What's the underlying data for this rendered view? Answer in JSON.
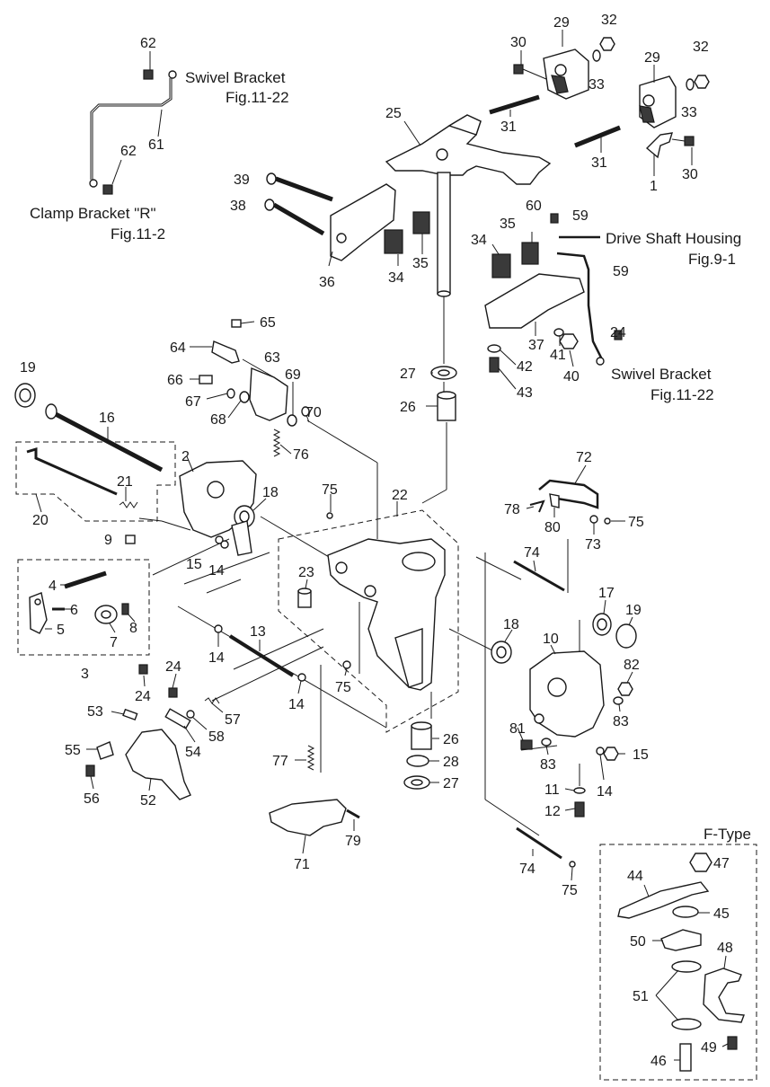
{
  "references": {
    "swivel_top_name": "Swivel Bracket",
    "swivel_top_fig": "Fig.11-22",
    "clamp_name": "Clamp Bracket \"R\"",
    "clamp_fig": "Fig.11-2",
    "drive_name": "Drive Shaft Housing",
    "drive_fig": "Fig.9-1",
    "swivel_right_name": "Swivel Bracket",
    "swivel_right_fig": "Fig.11-22",
    "ftype_title": "F-Type"
  },
  "labels": {
    "n1": "1",
    "n2": "2",
    "n3": "3",
    "n4": "4",
    "n5": "5",
    "n6": "6",
    "n7": "7",
    "n8": "8",
    "n9": "9",
    "n10": "10",
    "n11": "11",
    "n12": "12",
    "n13": "13",
    "n14a": "14",
    "n14b": "14",
    "n14c": "14",
    "n14d": "14",
    "n15a": "15",
    "n15b": "15",
    "n16": "16",
    "n17": "17",
    "n18a": "18",
    "n18b": "18",
    "n19a": "19",
    "n19b": "19",
    "n20": "20",
    "n21": "21",
    "n22": "22",
    "n23": "23",
    "n24a": "24",
    "n24b": "24",
    "n24c": "24",
    "n25": "25",
    "n26a": "26",
    "n26b": "26",
    "n27a": "27",
    "n27b": "27",
    "n28": "28",
    "n29a": "29",
    "n29b": "29",
    "n30a": "30",
    "n30b": "30",
    "n31a": "31",
    "n31b": "31",
    "n32a": "32",
    "n32b": "32",
    "n33a": "33",
    "n33b": "33",
    "n34a": "34",
    "n34b": "34",
    "n35a": "35",
    "n35b": "35",
    "n36": "36",
    "n37": "37",
    "n38": "38",
    "n39": "39",
    "n40": "40",
    "n41": "41",
    "n42": "42",
    "n43": "43",
    "n44": "44",
    "n45": "45",
    "n46": "46",
    "n47": "47",
    "n48": "48",
    "n49": "49",
    "n50": "50",
    "n51": "51",
    "n52": "52",
    "n53": "53",
    "n54": "54",
    "n55": "55",
    "n56": "56",
    "n57": "57",
    "n58": "58",
    "n59a": "59",
    "n59b": "59",
    "n60": "60",
    "n61": "61",
    "n62a": "62",
    "n62b": "62",
    "n63": "63",
    "n64": "64",
    "n65": "65",
    "n66": "66",
    "n67": "67",
    "n68": "68",
    "n69": "69",
    "n70": "70",
    "n71": "71",
    "n72": "72",
    "n73": "73",
    "n74a": "74",
    "n74b": "74",
    "n75a": "75",
    "n75b": "75",
    "n75c": "75",
    "n75d": "75",
    "n76": "76",
    "n77": "77",
    "n78": "78",
    "n79": "79",
    "n80": "80",
    "n81": "81",
    "n82": "82",
    "n83a": "83",
    "n83b": "83"
  }
}
